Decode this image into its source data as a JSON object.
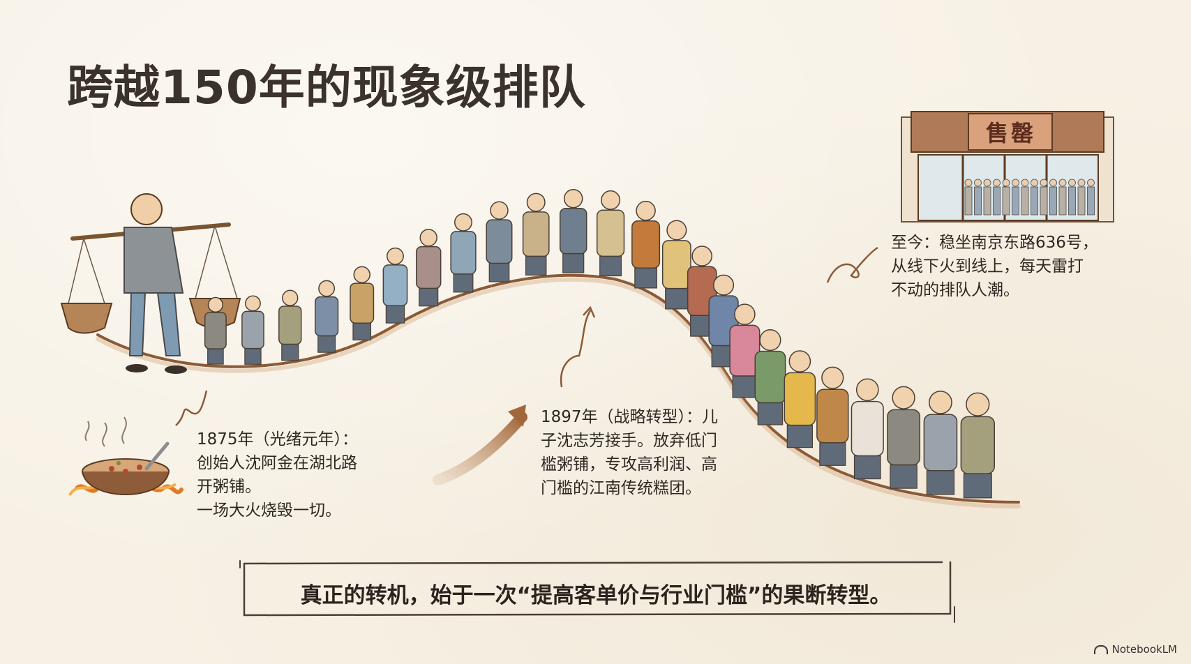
{
  "slide": {
    "title": "跨越150年的现象级排队",
    "store_sign": "售罄",
    "captions": {
      "c1875": [
        "1875年（光绪元年）：",
        "创始人沈阿金在湖北路",
        "开粥铺。",
        "一场大火烧毁一切。"
      ],
      "c1897": [
        "1897年（战略转型）：儿",
        "子沈志芳接手。放弃低门",
        "槛粥铺，专攻高利润、高",
        "门槛的江南传统糕团。"
      ],
      "cnow": [
        "至今：稳坐南京东路636号，",
        "从线下火到线上，每天雷打",
        "不动的排队人潮。"
      ]
    },
    "banner": "真正的转机，始于一次“提高客单价与行业门槛”的果断转型。",
    "brand": "NotebookLM"
  }
}
